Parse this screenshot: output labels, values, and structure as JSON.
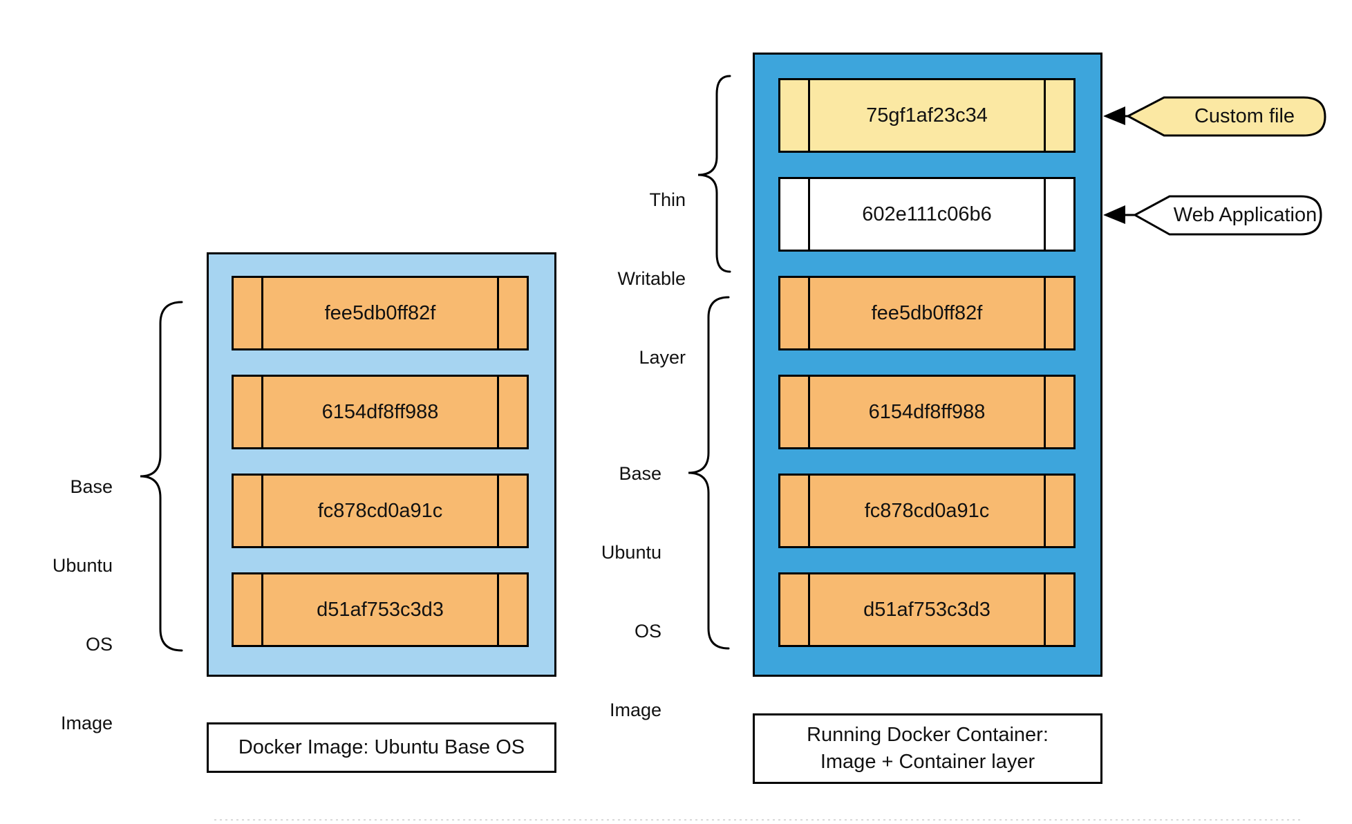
{
  "colors": {
    "left_container_fill": "#A6D4F1",
    "right_container_fill": "#3DA5DC",
    "base_layer_fill": "#F8BA70",
    "custom_layer_fill": "#FBE8A3",
    "app_layer_fill": "#FFFFFF",
    "outline": "#000000"
  },
  "left_stack": {
    "brace_label_lines": [
      "Base",
      "Ubuntu",
      "OS",
      "Image"
    ],
    "layers": [
      "fee5db0ff82f",
      "6154df8ff988",
      "fc878cd0a91c",
      "d51af753c3d3"
    ],
    "caption": "Docker Image: Ubuntu Base OS"
  },
  "right_stack": {
    "thin_writable_brace_lines": [
      "Thin",
      "Writable",
      "Layer"
    ],
    "base_brace_label_lines": [
      "Base",
      "Ubuntu",
      "OS",
      "Image"
    ],
    "layers": [
      "75gf1af23c34",
      "602e111c06b6",
      "fee5db0ff82f",
      "6154df8ff988",
      "fc878cd0a91c",
      "d51af753c3d3"
    ],
    "caption_lines": [
      "Running Docker Container:",
      "Image + Container layer"
    ]
  },
  "callouts": {
    "custom_file": "Custom file",
    "web_application": "Web Application"
  }
}
